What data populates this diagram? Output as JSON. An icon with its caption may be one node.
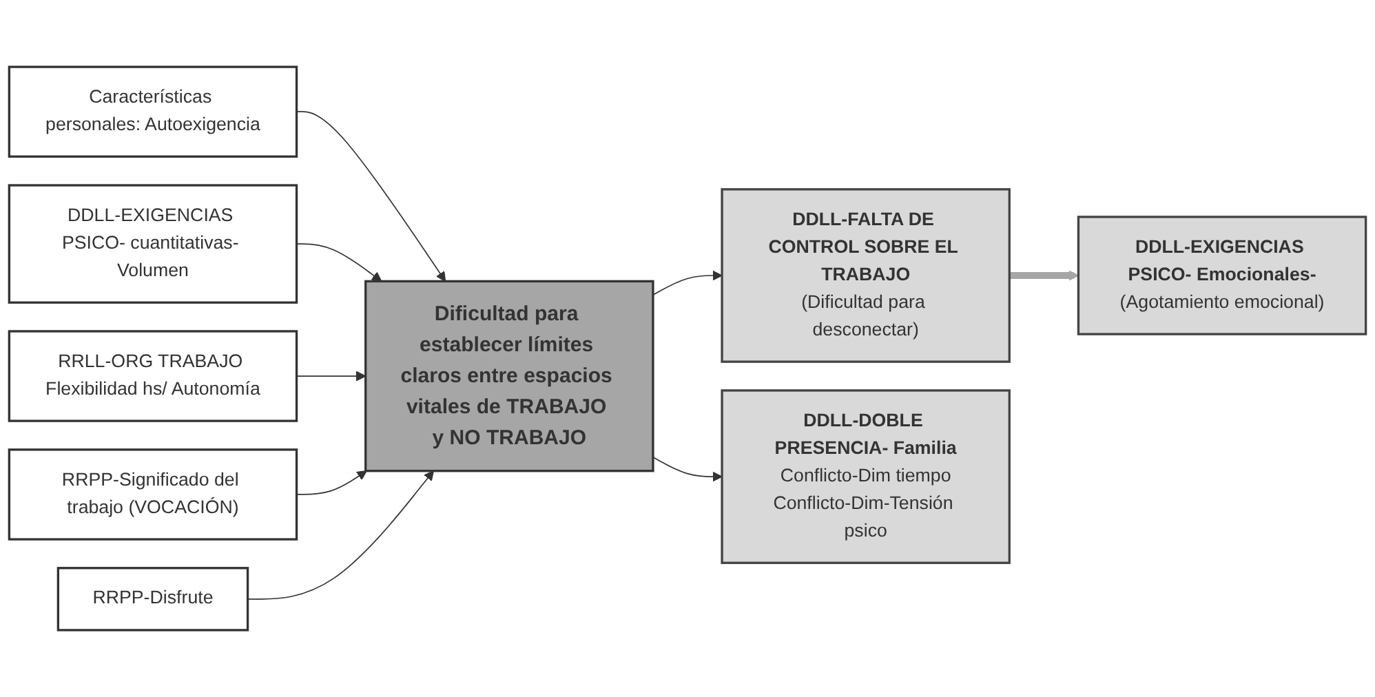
{
  "diagram": {
    "nodes": [
      {
        "text": [
          "Características personales: Autoexigencia"
        ]
      },
      {
        "text": [
          "DDLL-EXIGENCIAS PSICO- cuantitativas- Volumen"
        ]
      },
      {
        "text": [
          "Dificultad para establecer límites claros entre espacios vitales de TRABAJO y NO TRABAJO"
        ]
      },
      {
        "text": [
          "DDLL-FALTA DE CONTROL SOBRE EL TRABAJO",
          "(Dificultad para desconectar)"
        ]
      },
      {
        "text": [
          "DDLL-EXIGENCIAS PSICO- Emocionales-",
          "(Agotamiento emocional)"
        ]
      },
      {
        "text": [
          "RRLL-ORG TRABAJO Flexibilidad hs/ Autonomía"
        ]
      },
      {
        "text": [
          "DDLL-DOBLE PRESENCIA- Familia",
          "Conflicto-Dim tiempo",
          "Conflicto-Dim-Tensión psico"
        ]
      },
      {
        "text": [
          "RRPP-Significado del trabajo (VOCACIÓN)"
        ]
      },
      {
        "text": [
          "RRPP-Disfrute"
        ]
      }
    ],
    "edges": [
      {
        "from": 0,
        "to": 2,
        "arrow": "to"
      },
      {
        "from": 1,
        "to": 2,
        "arrow": "to"
      },
      {
        "from": 5,
        "to": 2,
        "arrow": "to"
      },
      {
        "from": 7,
        "to": 2,
        "arrow": "to"
      },
      {
        "from": 8,
        "to": 2,
        "arrow": "to"
      },
      {
        "from": 2,
        "to": 3,
        "arrow": "to"
      },
      {
        "from": 3,
        "to": 4,
        "arrow": "to",
        "style": "thick",
        "color": "#a6a6a6"
      },
      {
        "from": 2,
        "to": 6,
        "arrow": "to"
      }
    ]
  }
}
